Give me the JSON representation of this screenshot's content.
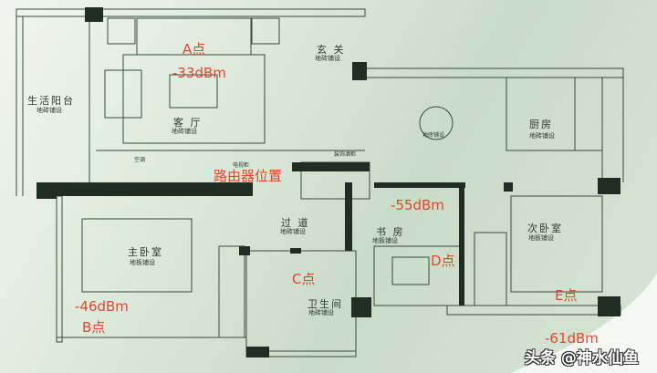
{
  "rooms": {
    "entrance": {
      "name": "玄 关",
      "floor": "地砖铺设"
    },
    "balcony": {
      "name": "生活阳台",
      "floor": "地砖铺设"
    },
    "living": {
      "name": "客 厅",
      "floor": "地砖铺设"
    },
    "dining": {
      "floor": "地砖铺设"
    },
    "kitchen": {
      "name": "厨房",
      "floor": "地砖铺设"
    },
    "corridor": {
      "name": "过 道",
      "floor": "地砖铺设"
    },
    "study": {
      "name": "书 房",
      "floor": "地板铺设"
    },
    "second_bedroom": {
      "name": "次卧室",
      "floor": "地板铺设"
    },
    "master_bedroom": {
      "name": "主卧室",
      "floor": "地板铺设"
    },
    "bathroom": {
      "name": "卫生间",
      "floor": "地砖铺设"
    }
  },
  "fixtures": {
    "ac": "空调",
    "tv_cabinet": "电视柜",
    "wine_cabinet": "装饰酒柜"
  },
  "annotations": {
    "router": "路由器位置",
    "point_a": "A点",
    "signal_a": "-33dBm",
    "point_b": "B点",
    "signal_b": "-46dBm",
    "point_c": "C点",
    "point_d": "D点",
    "signal_d": "-55dBm",
    "point_e": "E点",
    "signal_e": "-61dBm"
  },
  "watermark": "头条 @神水仙鱼",
  "colors": {
    "annotation": "#e2462c",
    "wall": "#1f2d22"
  }
}
